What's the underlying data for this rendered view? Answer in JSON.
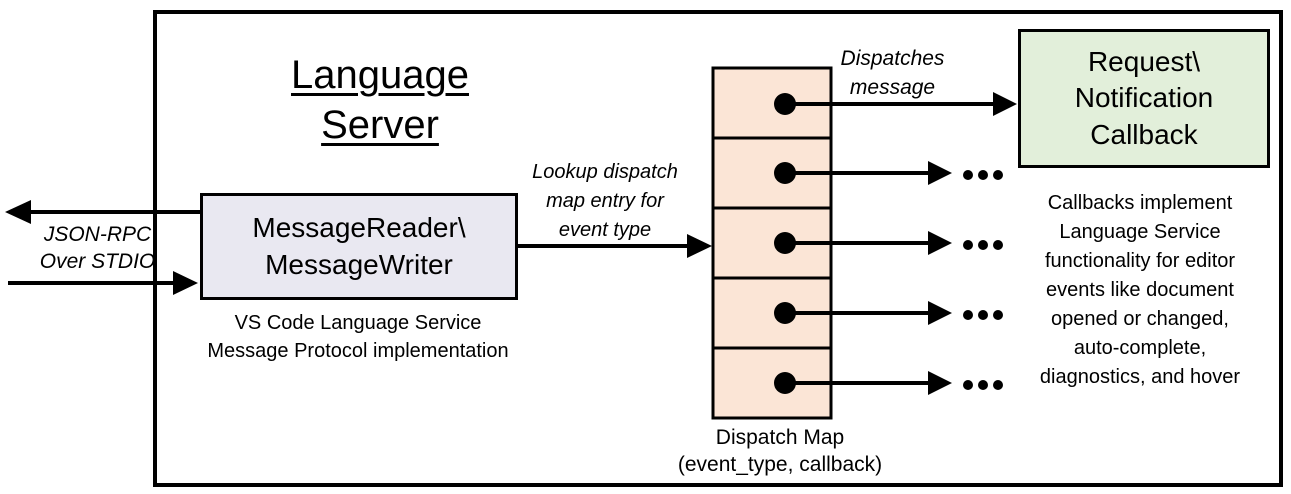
{
  "title": "Language Server",
  "reader_box": {
    "line1": "MessageReader\\",
    "line2": "MessageWriter"
  },
  "reader_caption": {
    "line1": "VS Code Language Service",
    "line2": "Message Protocol implementation"
  },
  "stdio_label": {
    "line1": "JSON-RPC",
    "line2": "Over STDIO"
  },
  "lookup_label": {
    "line1": "Lookup dispatch",
    "line2": "map entry for",
    "line3": "event type"
  },
  "dispatch_label": {
    "line1": "Dispatches",
    "line2": "message"
  },
  "callback_box": {
    "line1": "Request\\",
    "line2": "Notification",
    "line3": "Callback"
  },
  "map_caption": {
    "line1": "Dispatch Map",
    "line2": "(event_type, callback)"
  },
  "note": {
    "lines": [
      "Callbacks implement",
      "Language Service",
      "functionality for editor",
      "events like document",
      "opened or changed,",
      "auto-complete,",
      "diagnostics, and hover"
    ]
  },
  "colors": {
    "reader_fill": "#E9E8F1",
    "dispatch_fill": "#FBE5D6",
    "callback_fill": "#E2EFDA",
    "stroke": "#000000"
  }
}
